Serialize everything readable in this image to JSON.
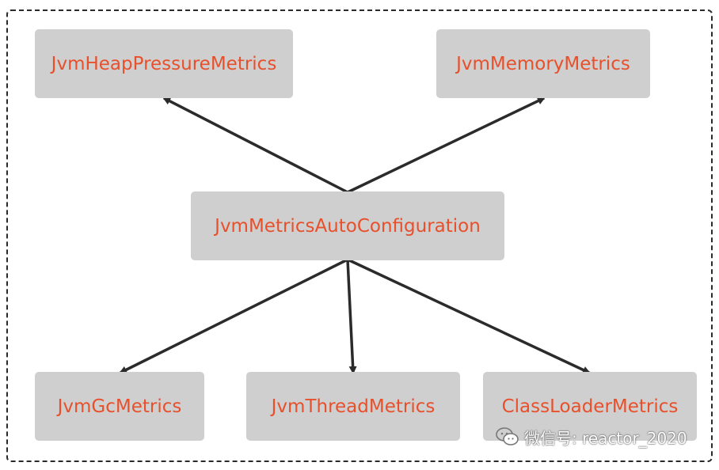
{
  "nodes": {
    "heap_pressure": "JvmHeapPressureMetrics",
    "memory": "JvmMemoryMetrics",
    "auto_configuration": "JvmMetricsAutoConfiguration",
    "gc": "JvmGcMetrics",
    "thread": "JvmThreadMetrics",
    "class_loader": "ClassLoaderMetrics"
  },
  "edges": [
    {
      "from": "auto_configuration",
      "to": "heap_pressure"
    },
    {
      "from": "auto_configuration",
      "to": "memory"
    },
    {
      "from": "auto_configuration",
      "to": "gc"
    },
    {
      "from": "auto_configuration",
      "to": "thread"
    },
    {
      "from": "auto_configuration",
      "to": "class_loader"
    }
  ],
  "watermark": {
    "text": "微信号: reactor_2020",
    "icon": "wechat-icon"
  },
  "colors": {
    "node_fill": "#cfcfcf",
    "node_text": "#e8502c",
    "arrow": "#2b2b2b",
    "frame_border": "#2a2a2a"
  }
}
